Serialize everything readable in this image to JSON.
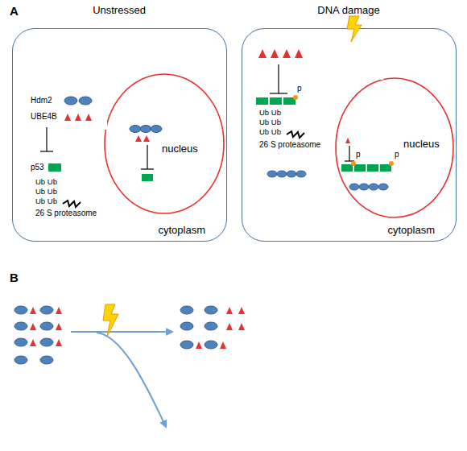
{
  "diagram": {
    "nodes": [
      {
        "text": [
          "Unstressed",
          "cytoplasm"
        ]
      },
      {
        "text": [
          "nucleus"
        ],
        "in": 0
      },
      {
        "text": [
          "DNA damage",
          "cytoplasm"
        ]
      },
      {
        "text": [
          "nucleus"
        ],
        "in": 2
      }
    ],
    "labels": [
      "A",
      "Hdm2",
      "UBE4B",
      "p53",
      "Ub Ub Ub Ub Ub Ub",
      "26 S proteasome",
      "p",
      "Ub Ub Ub Ub Ub Ub",
      "26 S proteasome",
      "p",
      "p",
      "B"
    ]
  }
}
